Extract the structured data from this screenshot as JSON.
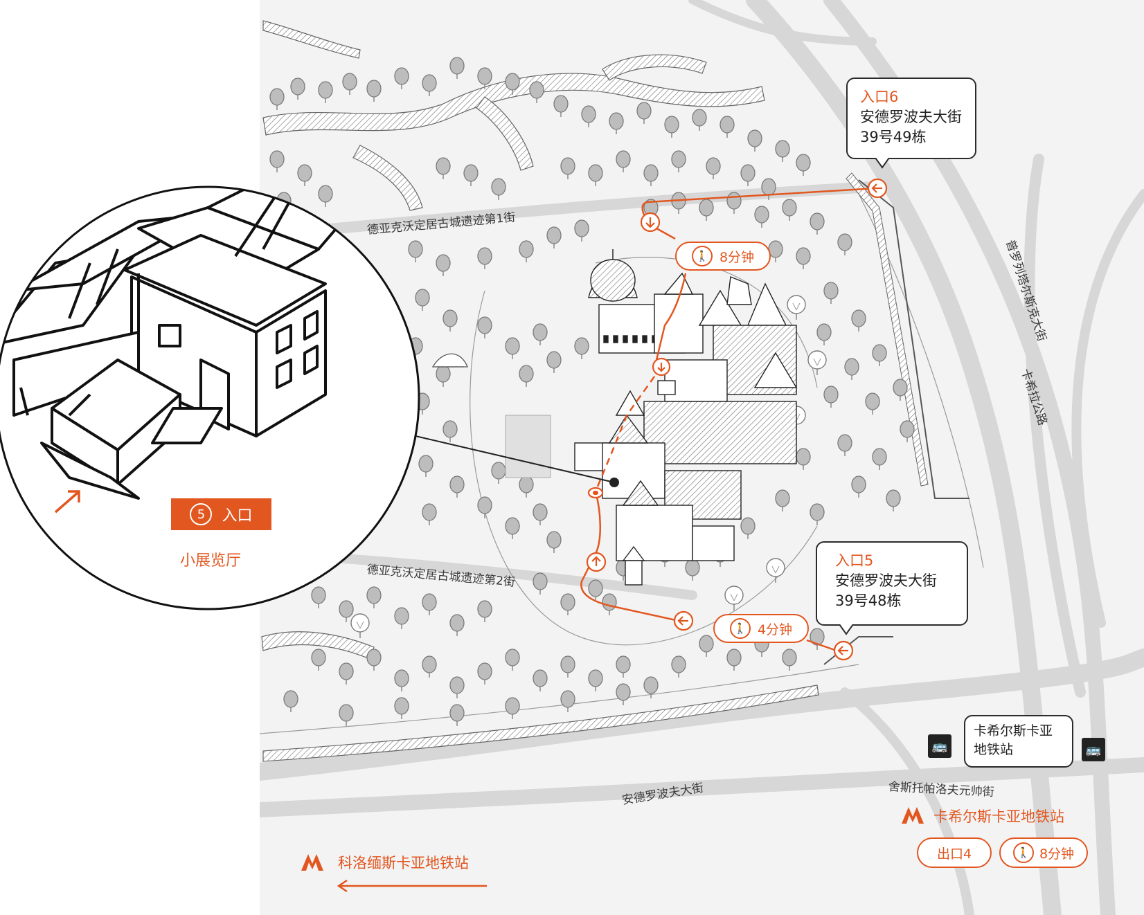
{
  "colors": {
    "accent": "#e2561f",
    "road": "#d9d9d9",
    "tree": "#b8b8b8",
    "ink": "#222222"
  },
  "entrance6": {
    "title": "入口6",
    "line1": "安德罗波夫大街",
    "line2": "39号49栋"
  },
  "entrance5": {
    "title": "入口5",
    "line1": "安德罗波夫大街",
    "line2": "39号48栋"
  },
  "walk_top": {
    "icon": "walking-person-icon",
    "label": "8分钟"
  },
  "walk_bottom": {
    "icon": "walking-person-icon",
    "label": "4分钟"
  },
  "streets": {
    "street1": "德亚克沃定居古城遗迹第1街",
    "street2": "德亚克沃定居古城遗迹第2街",
    "proletarsky": "普罗列塔尔斯克大街",
    "kashira": "卡希拉公路",
    "andropov": "安德罗波夫大街",
    "shestopalov": "舍斯托帕洛夫元帅街"
  },
  "inset": {
    "entrance_number": "5",
    "entrance_label": "入口",
    "hall_label": "小展览厅"
  },
  "bus_stop": {
    "label_line1": "卡希尔斯卡亚",
    "label_line2": "地铁站"
  },
  "metro_kashirskaya": {
    "icon": "metro-m-icon",
    "label": "卡希尔斯卡亚地铁站",
    "exit_label": "出口4",
    "walk_label": "8分钟"
  },
  "metro_kolomenskaya": {
    "icon": "metro-m-icon",
    "label": "科洛缅斯卡亚地铁站"
  }
}
